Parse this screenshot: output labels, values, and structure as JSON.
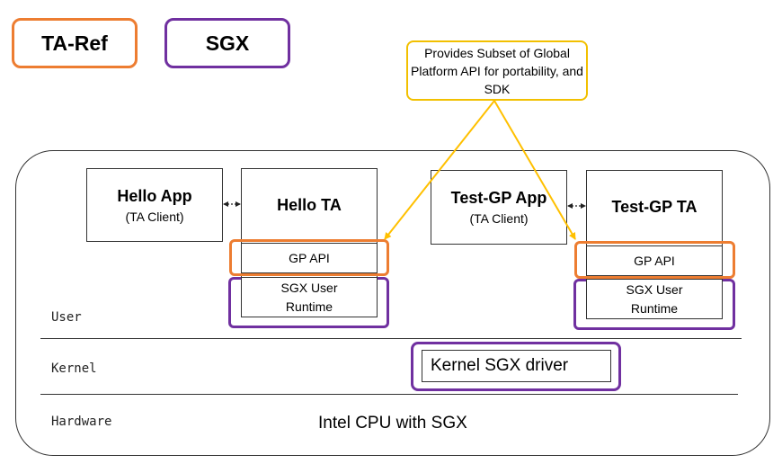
{
  "legend": {
    "taref": "TA-Ref",
    "sgx": "SGX"
  },
  "colors": {
    "taref": "#ed7d31",
    "sgx": "#7030a0",
    "callout": "#ffc000",
    "line": "#333333"
  },
  "callout": {
    "text": "Provides Subset of Global Platform API for portability, and SDK"
  },
  "boxes": {
    "hello_app": {
      "title": "Hello App",
      "sub": "(TA Client)"
    },
    "hello_ta": {
      "title": "Hello TA"
    },
    "testgp_app": {
      "title": "Test-GP App",
      "sub": "(TA Client)"
    },
    "testgp_ta": {
      "title": "Test-GP TA"
    }
  },
  "gp_api_label": "GP API",
  "sgx_runtime_label": "SGX User Runtime",
  "kernel_driver": "Kernel SGX driver",
  "layers": {
    "user": "User",
    "kernel": "Kernel",
    "hardware": "Hardware"
  },
  "cpu": "Intel CPU with SGX"
}
